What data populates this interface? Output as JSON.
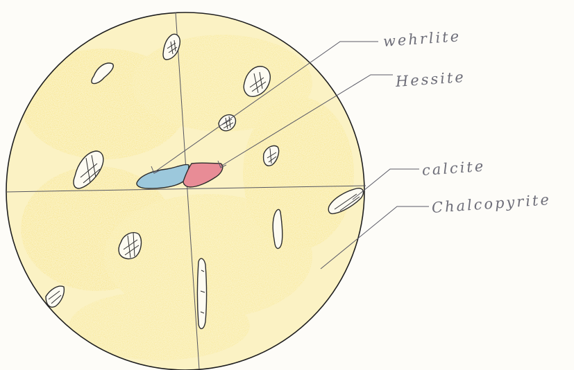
{
  "labels": {
    "wehrlite": "wehrlite",
    "hessite": "Hessite",
    "calcite": "calcite",
    "chalcopyrite": "Chalcopyrite"
  },
  "colors": {
    "paper": "#fdfcf8",
    "chalcopyrite_fill": "#f8e894",
    "wehrlite_fill": "#9cc8dc",
    "hessite_fill": "#e88c96",
    "outline": "#2c2c2c",
    "leader": "#5a5a66"
  }
}
